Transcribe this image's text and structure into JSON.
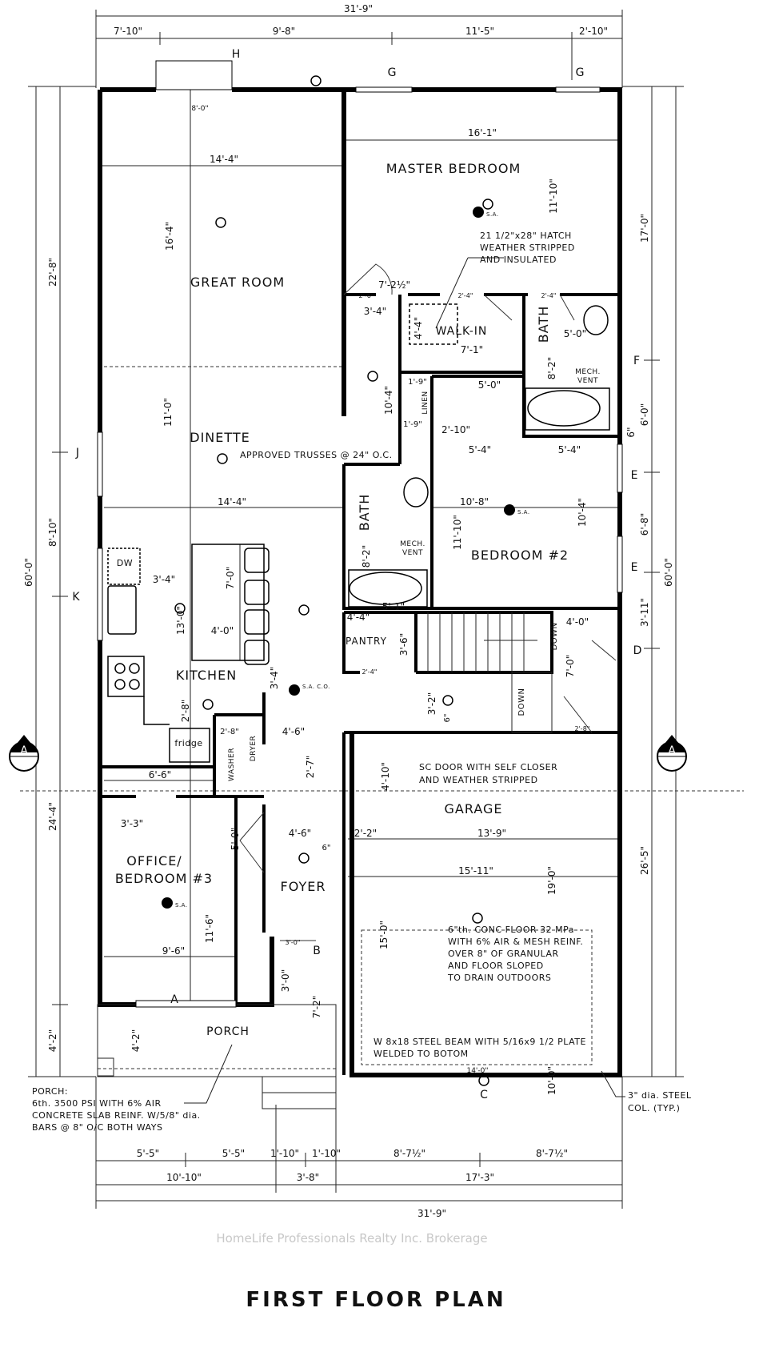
{
  "title": "FIRST FLOOR PLAN",
  "watermark": "HomeLife Professionals Realty Inc. Brokerage",
  "rooms": {
    "great_room": "GREAT ROOM",
    "dinette": "DINETTE",
    "master_bedroom": "MASTER BEDROOM",
    "walk_in": "WALK-IN",
    "bath_master": "BATH",
    "bath_2": "BATH",
    "bedroom_2": "BEDROOM #2",
    "kitchen": "KITCHEN",
    "pantry": "PANTRY",
    "garage": "GARAGE",
    "office_line1": "OFFICE/",
    "office_line2": "BEDROOM #3",
    "foyer": "FOYER",
    "porch": "PORCH",
    "fridge": "fridge",
    "dw": "DW",
    "linen": "LINEN",
    "washer": "WASHER",
    "dryer": "DRYER",
    "mech_vent_1": "MECH.",
    "mech_vent_1b": "VENT",
    "mech_vent_2": "MECH.",
    "mech_vent_2b": "VENT",
    "down_1": "DOWN",
    "down_2": "DOWN",
    "sa_1": "S.A.",
    "sa_2": "S.A.",
    "sa_3": "S.A.",
    "sa_co": "S.A. C.O."
  },
  "notes": {
    "hatch": [
      "21 1/2\"x28\" HATCH",
      "WEATHER STRIPPED",
      "AND INSULATED"
    ],
    "trusses": "APPROVED TRUSSES @ 24\" O.C.",
    "sc_door": [
      "SC DOOR WITH SELF CLOSER",
      "AND WEATHER STRIPPED"
    ],
    "garage_floor": [
      "6\"th. CONC FLOOR 32 MPa",
      "WITH 6% AIR & MESH REINF.",
      "OVER 8\" OF GRANULAR",
      "AND FLOOR SLOPED",
      "TO DRAIN OUTDOORS"
    ],
    "steel_beam": [
      "W 8x18 STEEL BEAM WITH 5/16x9 1/2 PLATE",
      "WELDED TO BOTOM"
    ],
    "porch": [
      "PORCH:",
      "6th. 3500 PSI WITH 6% AIR",
      "CONCRETE SLAB REINF. W/5/8\" dia.",
      "BARS @ 8\" O/C BOTH WAYS"
    ],
    "steel_col": [
      "3\" dia. STEEL",
      "COL. (TYP.)"
    ]
  },
  "grid_letters": {
    "h": "H",
    "g1": "G",
    "g2": "G",
    "j": "J",
    "k": "K",
    "f": "F",
    "e1": "E",
    "e2": "E",
    "d": "D",
    "c": "C",
    "b": "B",
    "a_porch": "A",
    "section_left": "A",
    "section_right": "A"
  },
  "dims": {
    "top_overall": "31'-9\"",
    "top": [
      "7'-10\"",
      "9'-8\"",
      "11'-5\"",
      "2'-10\""
    ],
    "bottom_row1": [
      "5'-5\"",
      "5'-5\"",
      "1'-10\"",
      "1'-10\"",
      "8'-7½\"",
      "8'-7½\""
    ],
    "bottom_row2": [
      "10'-10\"",
      "3'-8\"",
      "17'-3\""
    ],
    "bottom_overall": "31'-9\"",
    "left": [
      "22'-8\"",
      "8'-10\"",
      "24'-4\"",
      "4'-2\""
    ],
    "left_overall": "60'-0\"",
    "right": [
      "17'-0\"",
      "6'-0\"",
      "6'-8\"",
      "3'-11\"",
      "26'-5\"",
      "6\""
    ],
    "right_overall": "60'-0\"",
    "interior": [
      "8'-0\"",
      "14'-4\"",
      "16'-1\"",
      "16'-4\"",
      "11'-10\"",
      "7'-2½\"",
      "3'-4\"",
      "7'-1\"",
      "4'-4\"",
      "5'-0\"",
      "8'-2\"",
      "10'-4\"",
      "5'-0\"",
      "1'-9\"",
      "2'-10\"",
      "5'-4\"",
      "5'-4\"",
      "11'-0\"",
      "14'-4\"",
      "10'-8\"",
      "10'-4\"",
      "11'-10\"",
      "8'-2\"",
      "5'-1\"",
      "3'-4\"",
      "7'-0\"",
      "4'-0\"",
      "13'-0\"",
      "3'-4\"",
      "4'-4\"",
      "3'-6\"",
      "4'-0\"",
      "7'-0\"",
      "3'-2\"",
      "2'-8\"",
      "4'-6\"",
      "2'-7\"",
      "4'-10\"",
      "6'-6\"",
      "3'-3\"",
      "4'-6\"",
      "2'-2\"",
      "13'-9\"",
      "5'-0\"",
      "15'-11\"",
      "19'-0\"",
      "11'-6\"",
      "9'-6\"",
      "3'-0\"",
      "15'-0\"",
      "7'-2\"",
      "4'-2\"",
      "14'-0\"",
      "10'-0\"",
      "2'-6\"",
      "2'-4\"",
      "2'-4\"",
      "2'-8\"",
      "2'-8\"",
      "6\"",
      "6\"",
      "2'-4\"",
      "3'-0\"",
      "1'-9\""
    ]
  }
}
